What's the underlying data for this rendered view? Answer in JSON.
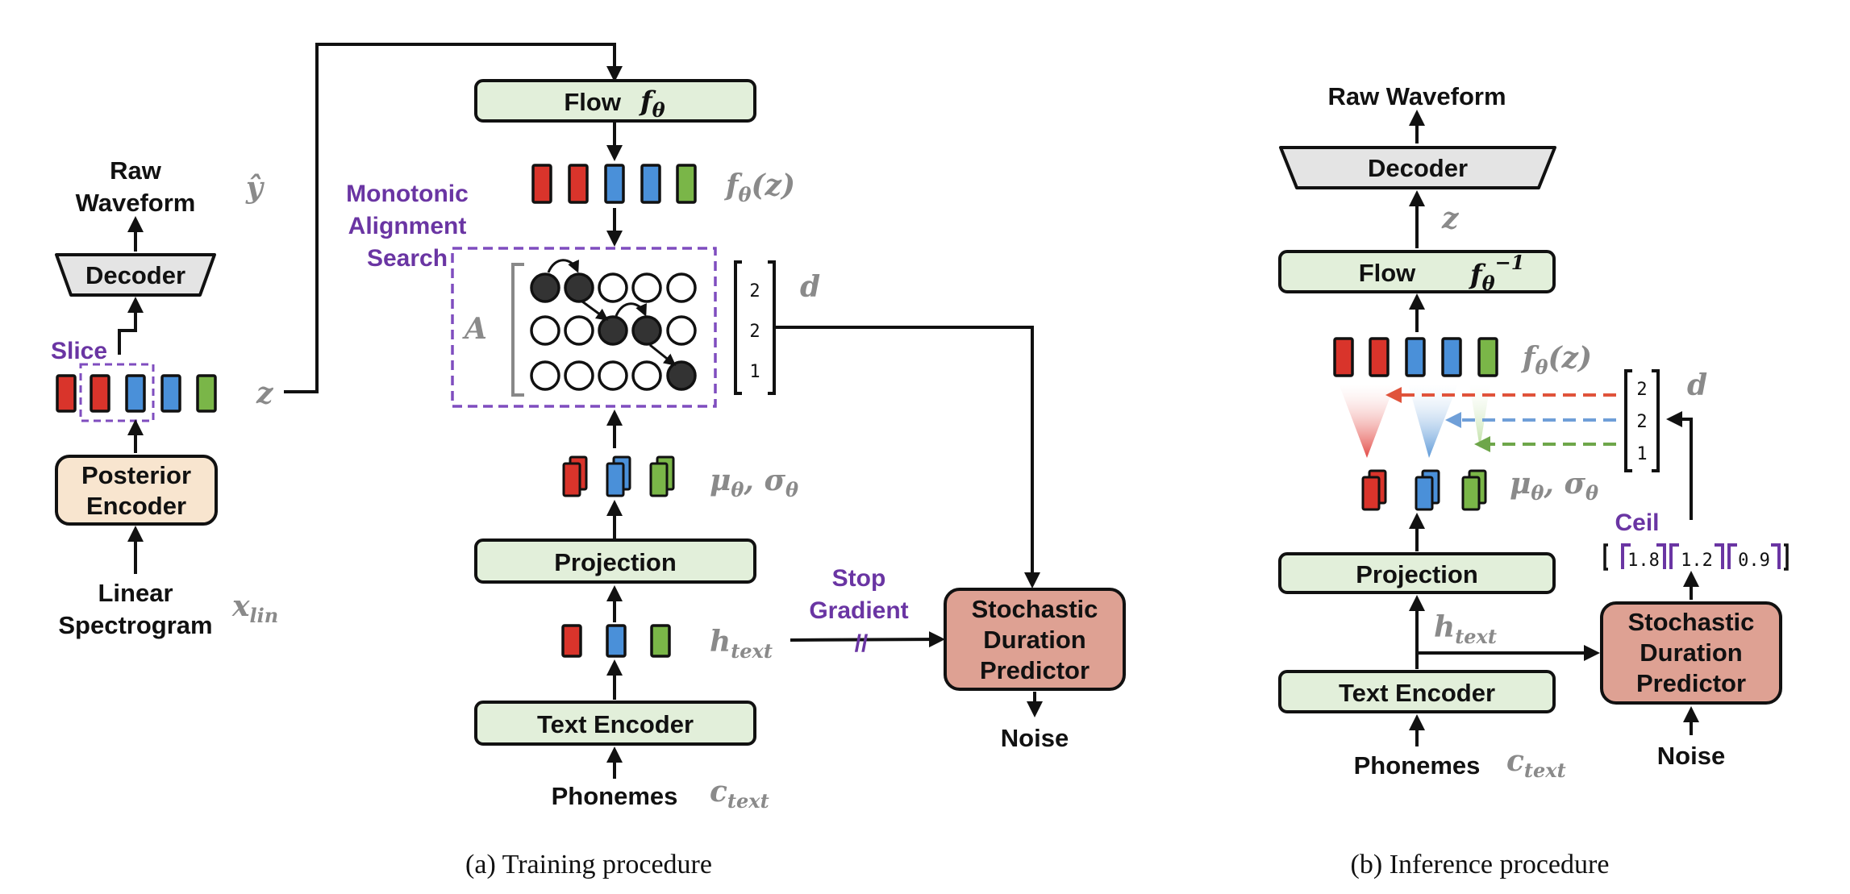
{
  "training": {
    "caption": "(a) Training procedure",
    "raw_waveform_line1": "Raw",
    "raw_waveform_line2": "Waveform",
    "y_hat": "ŷ",
    "decoder": "Decoder",
    "slice": "Slice",
    "z": "z",
    "posterior_encoder_line1": "Posterior",
    "posterior_encoder_line2": "Encoder",
    "linear_spectrogram_line1": "Linear",
    "linear_spectrogram_line2": "Spectrogram",
    "x_lin_base": "x",
    "x_lin_sub": "lin",
    "flow": "Flow",
    "f_theta_base": "f",
    "f_theta_sub": "θ",
    "f_theta_z": "f",
    "f_theta_z_sub": "θ",
    "f_theta_z_arg": "(z)",
    "mas_line1": "Monotonic",
    "mas_line2": "Alignment",
    "mas_line3": "Search",
    "A": "A",
    "d": "d",
    "durations": [
      "2",
      "2",
      "1"
    ],
    "mu_sigma": "μ",
    "mu_sub": "θ",
    "sigma": ", σ",
    "sigma_sub": "θ",
    "projection": "Projection",
    "h_text_base": "h",
    "h_text_sub": "text",
    "stop_gradient_line1": "Stop",
    "stop_gradient_line2": "Gradient",
    "stop_mark": "//",
    "sdp_line1": "Stochastic",
    "sdp_line2": "Duration",
    "sdp_line3": "Predictor",
    "noise": "Noise",
    "text_encoder": "Text Encoder",
    "phonemes": "Phonemes",
    "c_text_base": "c",
    "c_text_sub": "text"
  },
  "inference": {
    "caption": "(b) Inference procedure",
    "raw_waveform": "Raw Waveform",
    "decoder": "Decoder",
    "z": "z",
    "flow": "Flow",
    "f_inv_base": "f",
    "f_inv_sub": "θ",
    "f_inv_sup": "−1",
    "f_theta_z": "f",
    "f_theta_z_sub": "θ",
    "f_theta_z_arg": "(z)",
    "d": "d",
    "durations": [
      "2",
      "2",
      "1"
    ],
    "mu_sigma": "μ",
    "mu_sub": "θ",
    "sigma": ", σ",
    "sigma_sub": "θ",
    "ceil": "Ceil",
    "ceil_values": [
      "1.8",
      "1.2",
      "0.9"
    ],
    "projection": "Projection",
    "h_text_base": "h",
    "h_text_sub": "text",
    "sdp_line1": "Stochastic",
    "sdp_line2": "Duration",
    "sdp_line3": "Predictor",
    "text_encoder": "Text Encoder",
    "phonemes": "Phonemes",
    "c_text_base": "c",
    "c_text_sub": "text",
    "noise": "Noise"
  },
  "colors": {
    "red": "#d9342b",
    "blue": "#4a90d9",
    "green": "#7ab648",
    "box_green": "#e2efda",
    "box_peach": "#f8e5cf",
    "box_salmon": "#dea193",
    "box_gray": "#e4e4e4",
    "purple": "#6a35a3",
    "gray_math": "#8a8a8a"
  }
}
